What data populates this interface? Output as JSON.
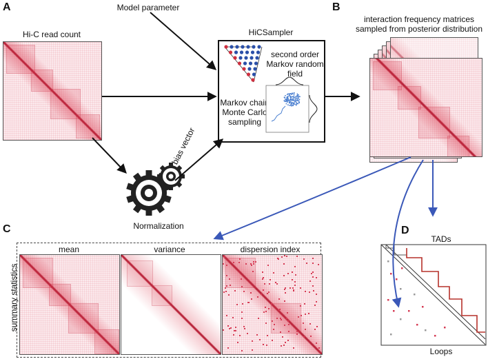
{
  "panels": {
    "a": "A",
    "b": "B",
    "c": "C",
    "d": "D"
  },
  "labels": {
    "hic_read_count": "Hi-C read count",
    "model_parameter": "Model parameter",
    "hicsampler": "HiCSampler",
    "mrf": "second order Markov random field",
    "mcmc": "Markov chain Monte Carlo sampling",
    "bias_vector": "bias vector",
    "normalization": "Normalization",
    "matrices_caption": "interaction frequency matrices sampled from posterior distribution",
    "summary_statistics": "summary statistics",
    "mean": "mean",
    "variance": "variance",
    "dispersion_index": "dispersion index",
    "tads": "TADs",
    "loops": "Loops"
  },
  "colors": {
    "heatmap_red": "#d63c55",
    "arrow_blue": "#3a58b8",
    "tad_border": "#b5302a",
    "scatter_blue": "#4a7fd0",
    "mrf_node_red": "#cf2f3f",
    "mrf_node_blue": "#2a4fa8"
  },
  "icons": {
    "normalization": "gears-icon"
  }
}
